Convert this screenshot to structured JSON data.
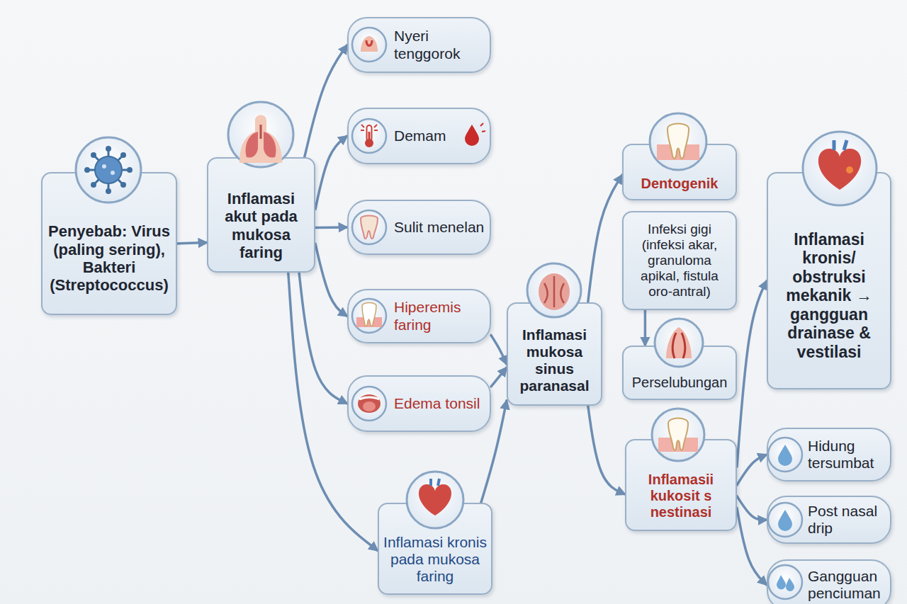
{
  "diagram": {
    "nodes": [
      {
        "text": [
          "Penyebab: Virus (paling sering), Bakteri (Streptococcus)"
        ]
      },
      {
        "text": [
          "Inflamasi akut pada mukosa faring"
        ]
      },
      {
        "text": [
          "Nyeri tenggorok"
        ]
      },
      {
        "text": [
          "Demam"
        ]
      },
      {
        "text": [
          "Sulit menelan"
        ]
      },
      {
        "text": [
          "Hiperemis faring"
        ]
      },
      {
        "text": [
          "Edema tonsil"
        ]
      },
      {
        "text": [
          "Inflamasi kronis pada mukosa faring"
        ]
      },
      {
        "text": [
          "Inflamasi mukosa sinus paranasal"
        ]
      },
      {
        "text": [
          "Dentogenik"
        ]
      },
      {
        "text": [
          "Infeksi gigi (infeksi akar, granuloma apikal, fistula oro-antral)"
        ]
      },
      {
        "text": [
          "Perselubungan"
        ]
      },
      {
        "text": [
          "Inflamasii kukosit s nestinasi"
        ]
      },
      {
        "text": [
          "Inflamasi kronis/ obstruksi mekanik → gangguan drainase & vestilasi"
        ]
      },
      {
        "text": [
          "Hidung tersumbat"
        ]
      },
      {
        "text": [
          "Post nasal drip"
        ]
      },
      {
        "text": [
          "Gangguan penciuman"
        ]
      }
    ],
    "edges": [
      {
        "from": 0,
        "to": 1,
        "arrow": "to"
      },
      {
        "from": 1,
        "to": 2,
        "arrow": "to"
      },
      {
        "from": 1,
        "to": 3,
        "arrow": "to"
      },
      {
        "from": 1,
        "to": 4,
        "arrow": "to"
      },
      {
        "from": 1,
        "to": 5,
        "arrow": "to"
      },
      {
        "from": 1,
        "to": 6,
        "arrow": "to"
      },
      {
        "from": 1,
        "to": 7,
        "arrow": "to"
      },
      {
        "from": 5,
        "to": 8,
        "arrow": "to"
      },
      {
        "from": 6,
        "to": 8,
        "arrow": "to"
      },
      {
        "from": 7,
        "to": 8,
        "arrow": "to"
      },
      {
        "from": 8,
        "to": 9,
        "arrow": "to"
      },
      {
        "from": 10,
        "to": 11,
        "arrow": "to"
      },
      {
        "from": 8,
        "to": 12,
        "arrow": "to"
      },
      {
        "from": 12,
        "to": 13,
        "arrow": "to"
      },
      {
        "from": 12,
        "to": 14,
        "arrow": "to"
      },
      {
        "from": 12,
        "to": 15,
        "arrow": "to"
      },
      {
        "from": 12,
        "to": 16,
        "arrow": "to"
      }
    ]
  }
}
